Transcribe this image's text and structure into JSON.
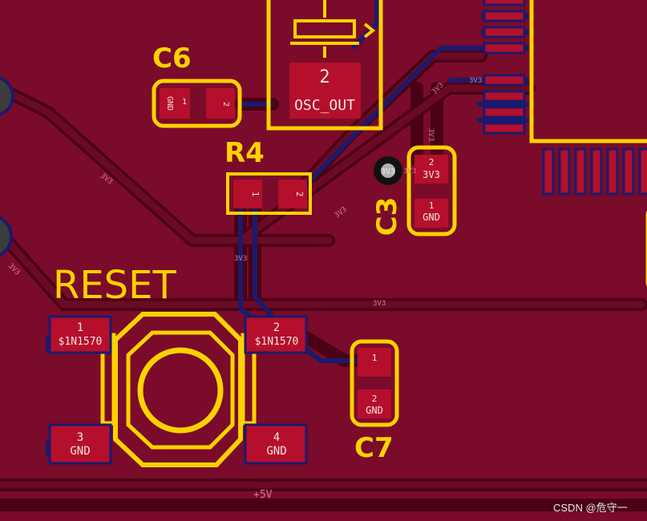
{
  "colors": {
    "board": "#7a0b2a",
    "track": "#4a0015",
    "track_blue": "#1a1a6e",
    "pad": "#b50f2b",
    "silkscreen": "#ffd200",
    "via": "#b0b0b0"
  },
  "components": {
    "c6": {
      "ref": "C6",
      "pad1": "1",
      "pad1_net": "GND",
      "pad2": "2"
    },
    "r4": {
      "ref": "R4",
      "pad1": "1",
      "pad2": "2"
    },
    "c3": {
      "ref": "C3",
      "pad2": "2",
      "pad2_net": "3V3",
      "pad1": "1",
      "pad1_net": "GND"
    },
    "c7": {
      "ref": "C7",
      "pad1": "1",
      "pad2": "2",
      "pad2_net": "GND"
    },
    "crystal": {
      "pad2": "2",
      "pad2_net": "OSC_OUT"
    },
    "reset": {
      "ref": "RESET",
      "pad1": "1",
      "pad1_net": "$1N1570",
      "pad2": "2",
      "pad2_net": "$1N1570",
      "pad3": "3",
      "pad3_net": "GND",
      "pad4": "4",
      "pad4_net": "GND"
    }
  },
  "via_label": "3V3",
  "net_labels": {
    "n1": "3V3",
    "n2": "3V3",
    "n3": "3V3",
    "n4": "3V3",
    "n5": "3V3",
    "n6": "3V3",
    "n7": "3V3",
    "n8": "3V3",
    "n9": "3V3",
    "n10": "+5V"
  },
  "watermark": "CSDN @危守一"
}
